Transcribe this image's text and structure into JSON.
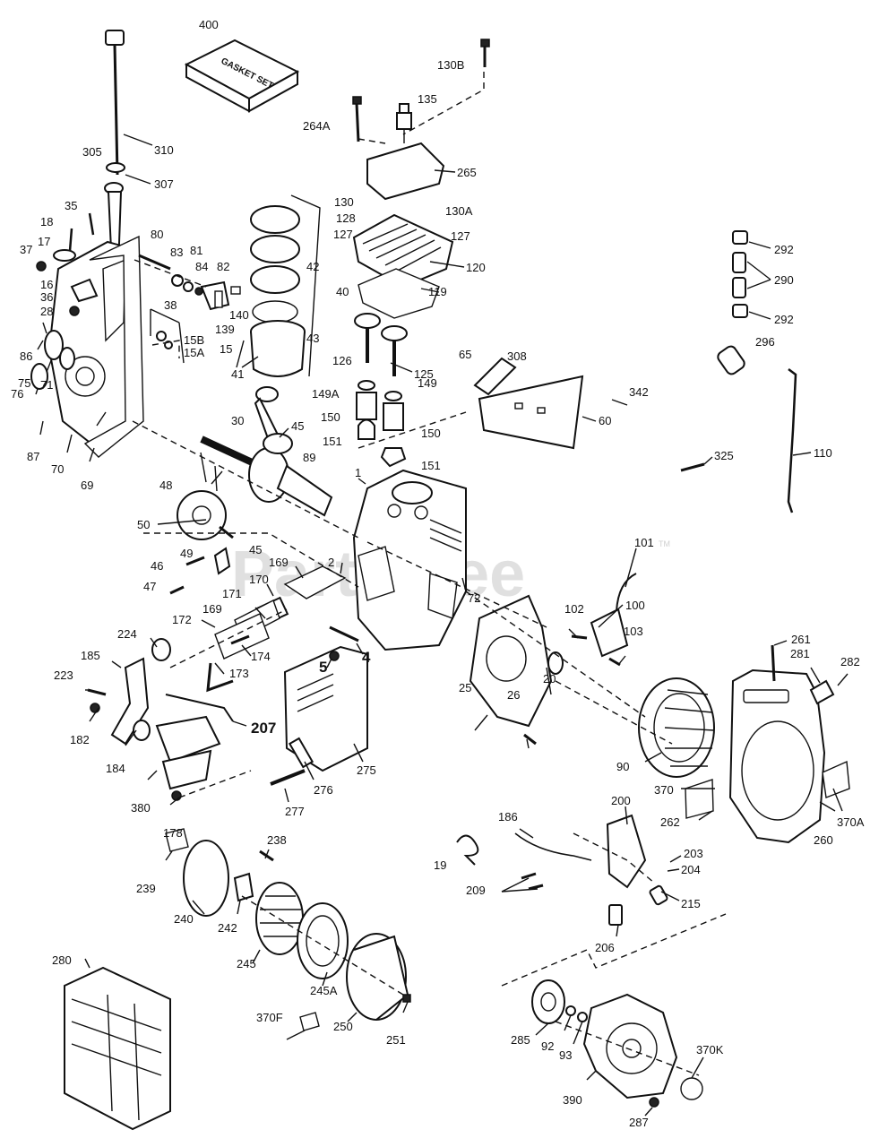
{
  "watermark": {
    "text": "PartsTree",
    "trademark": "TM"
  },
  "gasket_set_text": "GASKET SET",
  "callouts": [
    {
      "id": "400",
      "text": "400"
    },
    {
      "id": "130B",
      "text": "130B"
    },
    {
      "id": "135",
      "text": "135"
    },
    {
      "id": "264A",
      "text": "264A"
    },
    {
      "id": "310",
      "text": "310"
    },
    {
      "id": "265",
      "text": "265"
    },
    {
      "id": "305",
      "text": "305"
    },
    {
      "id": "307",
      "text": "307"
    },
    {
      "id": "130",
      "text": "130"
    },
    {
      "id": "128",
      "text": "128"
    },
    {
      "id": "130A",
      "text": "130A"
    },
    {
      "id": "127a",
      "text": "127"
    },
    {
      "id": "127b",
      "text": "127"
    },
    {
      "id": "35",
      "text": "35"
    },
    {
      "id": "18",
      "text": "18"
    },
    {
      "id": "80",
      "text": "80"
    },
    {
      "id": "17",
      "text": "17"
    },
    {
      "id": "37",
      "text": "37"
    },
    {
      "id": "83",
      "text": "83"
    },
    {
      "id": "81",
      "text": "81"
    },
    {
      "id": "84",
      "text": "84"
    },
    {
      "id": "82",
      "text": "82"
    },
    {
      "id": "42",
      "text": "42"
    },
    {
      "id": "120",
      "text": "120"
    },
    {
      "id": "292a",
      "text": "292"
    },
    {
      "id": "290",
      "text": "290"
    },
    {
      "id": "292b",
      "text": "292"
    },
    {
      "id": "16",
      "text": "16"
    },
    {
      "id": "36",
      "text": "36"
    },
    {
      "id": "28",
      "text": "28"
    },
    {
      "id": "140",
      "text": "140"
    },
    {
      "id": "139",
      "text": "139"
    },
    {
      "id": "40",
      "text": "40"
    },
    {
      "id": "119",
      "text": "119"
    },
    {
      "id": "38",
      "text": "38"
    },
    {
      "id": "15B",
      "text": "15B"
    },
    {
      "id": "15",
      "text": "15"
    },
    {
      "id": "15A",
      "text": "15A"
    },
    {
      "id": "86",
      "text": "86"
    },
    {
      "id": "43",
      "text": "43"
    },
    {
      "id": "296",
      "text": "296"
    },
    {
      "id": "75",
      "text": "75"
    },
    {
      "id": "71",
      "text": "71"
    },
    {
      "id": "126",
      "text": "126"
    },
    {
      "id": "65",
      "text": "65"
    },
    {
      "id": "308",
      "text": "308"
    },
    {
      "id": "125",
      "text": "125"
    },
    {
      "id": "76",
      "text": "76"
    },
    {
      "id": "41",
      "text": "41"
    },
    {
      "id": "149A",
      "text": "149A"
    },
    {
      "id": "149",
      "text": "149"
    },
    {
      "id": "342",
      "text": "342"
    },
    {
      "id": "60",
      "text": "60"
    },
    {
      "id": "150a",
      "text": "150"
    },
    {
      "id": "150b",
      "text": "150"
    },
    {
      "id": "30",
      "text": "30"
    },
    {
      "id": "45a",
      "text": "45"
    },
    {
      "id": "87",
      "text": "87"
    },
    {
      "id": "151a",
      "text": "151"
    },
    {
      "id": "70",
      "text": "70"
    },
    {
      "id": "110",
      "text": "110"
    },
    {
      "id": "69",
      "text": "69"
    },
    {
      "id": "325",
      "text": "325"
    },
    {
      "id": "151b",
      "text": "151"
    },
    {
      "id": "89",
      "text": "89"
    },
    {
      "id": "48",
      "text": "48"
    },
    {
      "id": "1",
      "text": "1"
    },
    {
      "id": "50",
      "text": "50"
    },
    {
      "id": "101",
      "text": "101"
    },
    {
      "id": "45b",
      "text": "45"
    },
    {
      "id": "49",
      "text": "49"
    },
    {
      "id": "169a",
      "text": "169"
    },
    {
      "id": "2",
      "text": "2"
    },
    {
      "id": "46",
      "text": "46"
    },
    {
      "id": "170",
      "text": "170"
    },
    {
      "id": "72",
      "text": "72"
    },
    {
      "id": "100",
      "text": "100"
    },
    {
      "id": "47",
      "text": "47"
    },
    {
      "id": "171",
      "text": "171"
    },
    {
      "id": "102",
      "text": "102"
    },
    {
      "id": "169b",
      "text": "169"
    },
    {
      "id": "172",
      "text": "172"
    },
    {
      "id": "103",
      "text": "103"
    },
    {
      "id": "224",
      "text": "224"
    },
    {
      "id": "185",
      "text": "185"
    },
    {
      "id": "4",
      "text": "4"
    },
    {
      "id": "5",
      "text": "5"
    },
    {
      "id": "261",
      "text": "261"
    },
    {
      "id": "174",
      "text": "174"
    },
    {
      "id": "282",
      "text": "282"
    },
    {
      "id": "223",
      "text": "223"
    },
    {
      "id": "281",
      "text": "281"
    },
    {
      "id": "173",
      "text": "173"
    },
    {
      "id": "25",
      "text": "25"
    },
    {
      "id": "20",
      "text": "20"
    },
    {
      "id": "26",
      "text": "26"
    },
    {
      "id": "207",
      "text": "207"
    },
    {
      "id": "182",
      "text": "182"
    },
    {
      "id": "90",
      "text": "90"
    },
    {
      "id": "184",
      "text": "184"
    },
    {
      "id": "275",
      "text": "275"
    },
    {
      "id": "370",
      "text": "370"
    },
    {
      "id": "380",
      "text": "380"
    },
    {
      "id": "276",
      "text": "276"
    },
    {
      "id": "200",
      "text": "200"
    },
    {
      "id": "370A",
      "text": "370A"
    },
    {
      "id": "186",
      "text": "186"
    },
    {
      "id": "262",
      "text": "262"
    },
    {
      "id": "277",
      "text": "277"
    },
    {
      "id": "178",
      "text": "178"
    },
    {
      "id": "260",
      "text": "260"
    },
    {
      "id": "238",
      "text": "238"
    },
    {
      "id": "203",
      "text": "203"
    },
    {
      "id": "19",
      "text": "19"
    },
    {
      "id": "204",
      "text": "204"
    },
    {
      "id": "239",
      "text": "239"
    },
    {
      "id": "209",
      "text": "209"
    },
    {
      "id": "215",
      "text": "215"
    },
    {
      "id": "240",
      "text": "240"
    },
    {
      "id": "242",
      "text": "242"
    },
    {
      "id": "206",
      "text": "206"
    },
    {
      "id": "245",
      "text": "245"
    },
    {
      "id": "280",
      "text": "280"
    },
    {
      "id": "245A",
      "text": "245A"
    },
    {
      "id": "370F",
      "text": "370F"
    },
    {
      "id": "250",
      "text": "250"
    },
    {
      "id": "251",
      "text": "251"
    },
    {
      "id": "285",
      "text": "285"
    },
    {
      "id": "92",
      "text": "92"
    },
    {
      "id": "93",
      "text": "93"
    },
    {
      "id": "370K",
      "text": "370K"
    },
    {
      "id": "390",
      "text": "390"
    },
    {
      "id": "287",
      "text": "287"
    }
  ]
}
